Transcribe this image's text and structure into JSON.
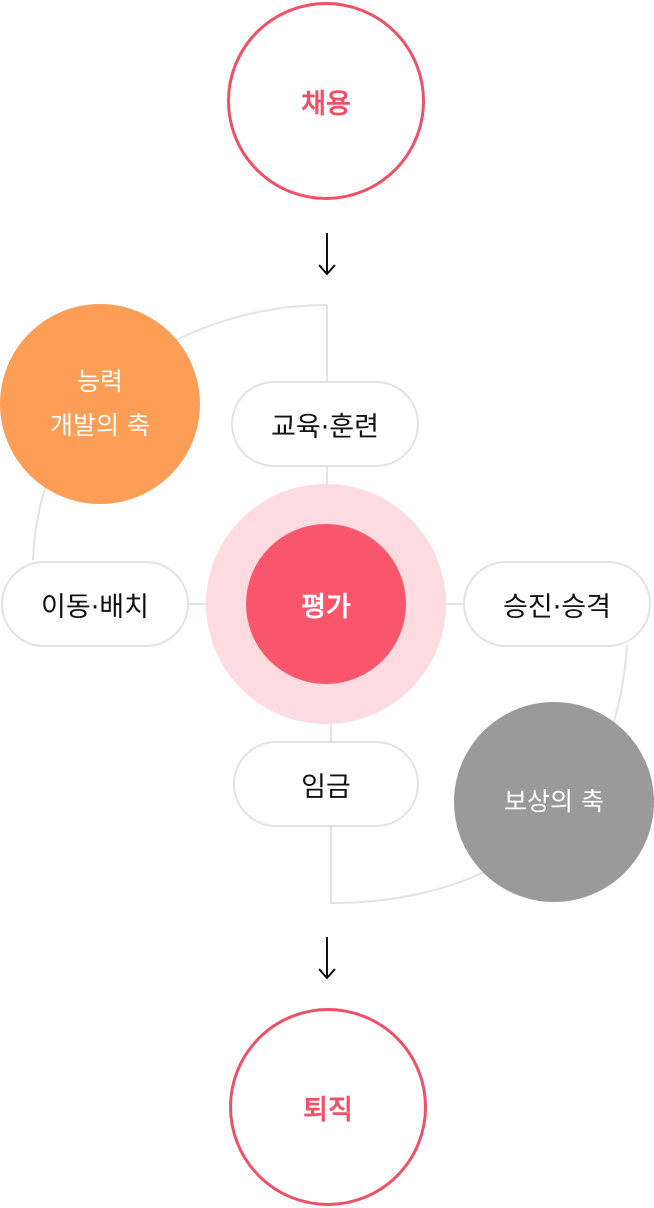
{
  "colors": {
    "accent": "#ef5066",
    "core": "#f9566c",
    "halo": "#fddbe0",
    "ability_axis": "#fd9e56",
    "reward_axis": "#9a9a9a",
    "connector": "#e3e3e3"
  },
  "nodes": {
    "top": {
      "label": "채용"
    },
    "bottom": {
      "label": "퇴직"
    },
    "center": {
      "label": "평가"
    },
    "training": {
      "label": "교육·훈련"
    },
    "transfer": {
      "label": "이동·배치"
    },
    "promotion": {
      "label": "승진·승격"
    },
    "wage": {
      "label": "임금"
    }
  },
  "axes": {
    "ability": {
      "line1": "능력",
      "line2": "개발의 축"
    },
    "reward": {
      "label": "보상의 축"
    }
  },
  "icons": {
    "flow_arrow": "arrow-down-icon"
  }
}
